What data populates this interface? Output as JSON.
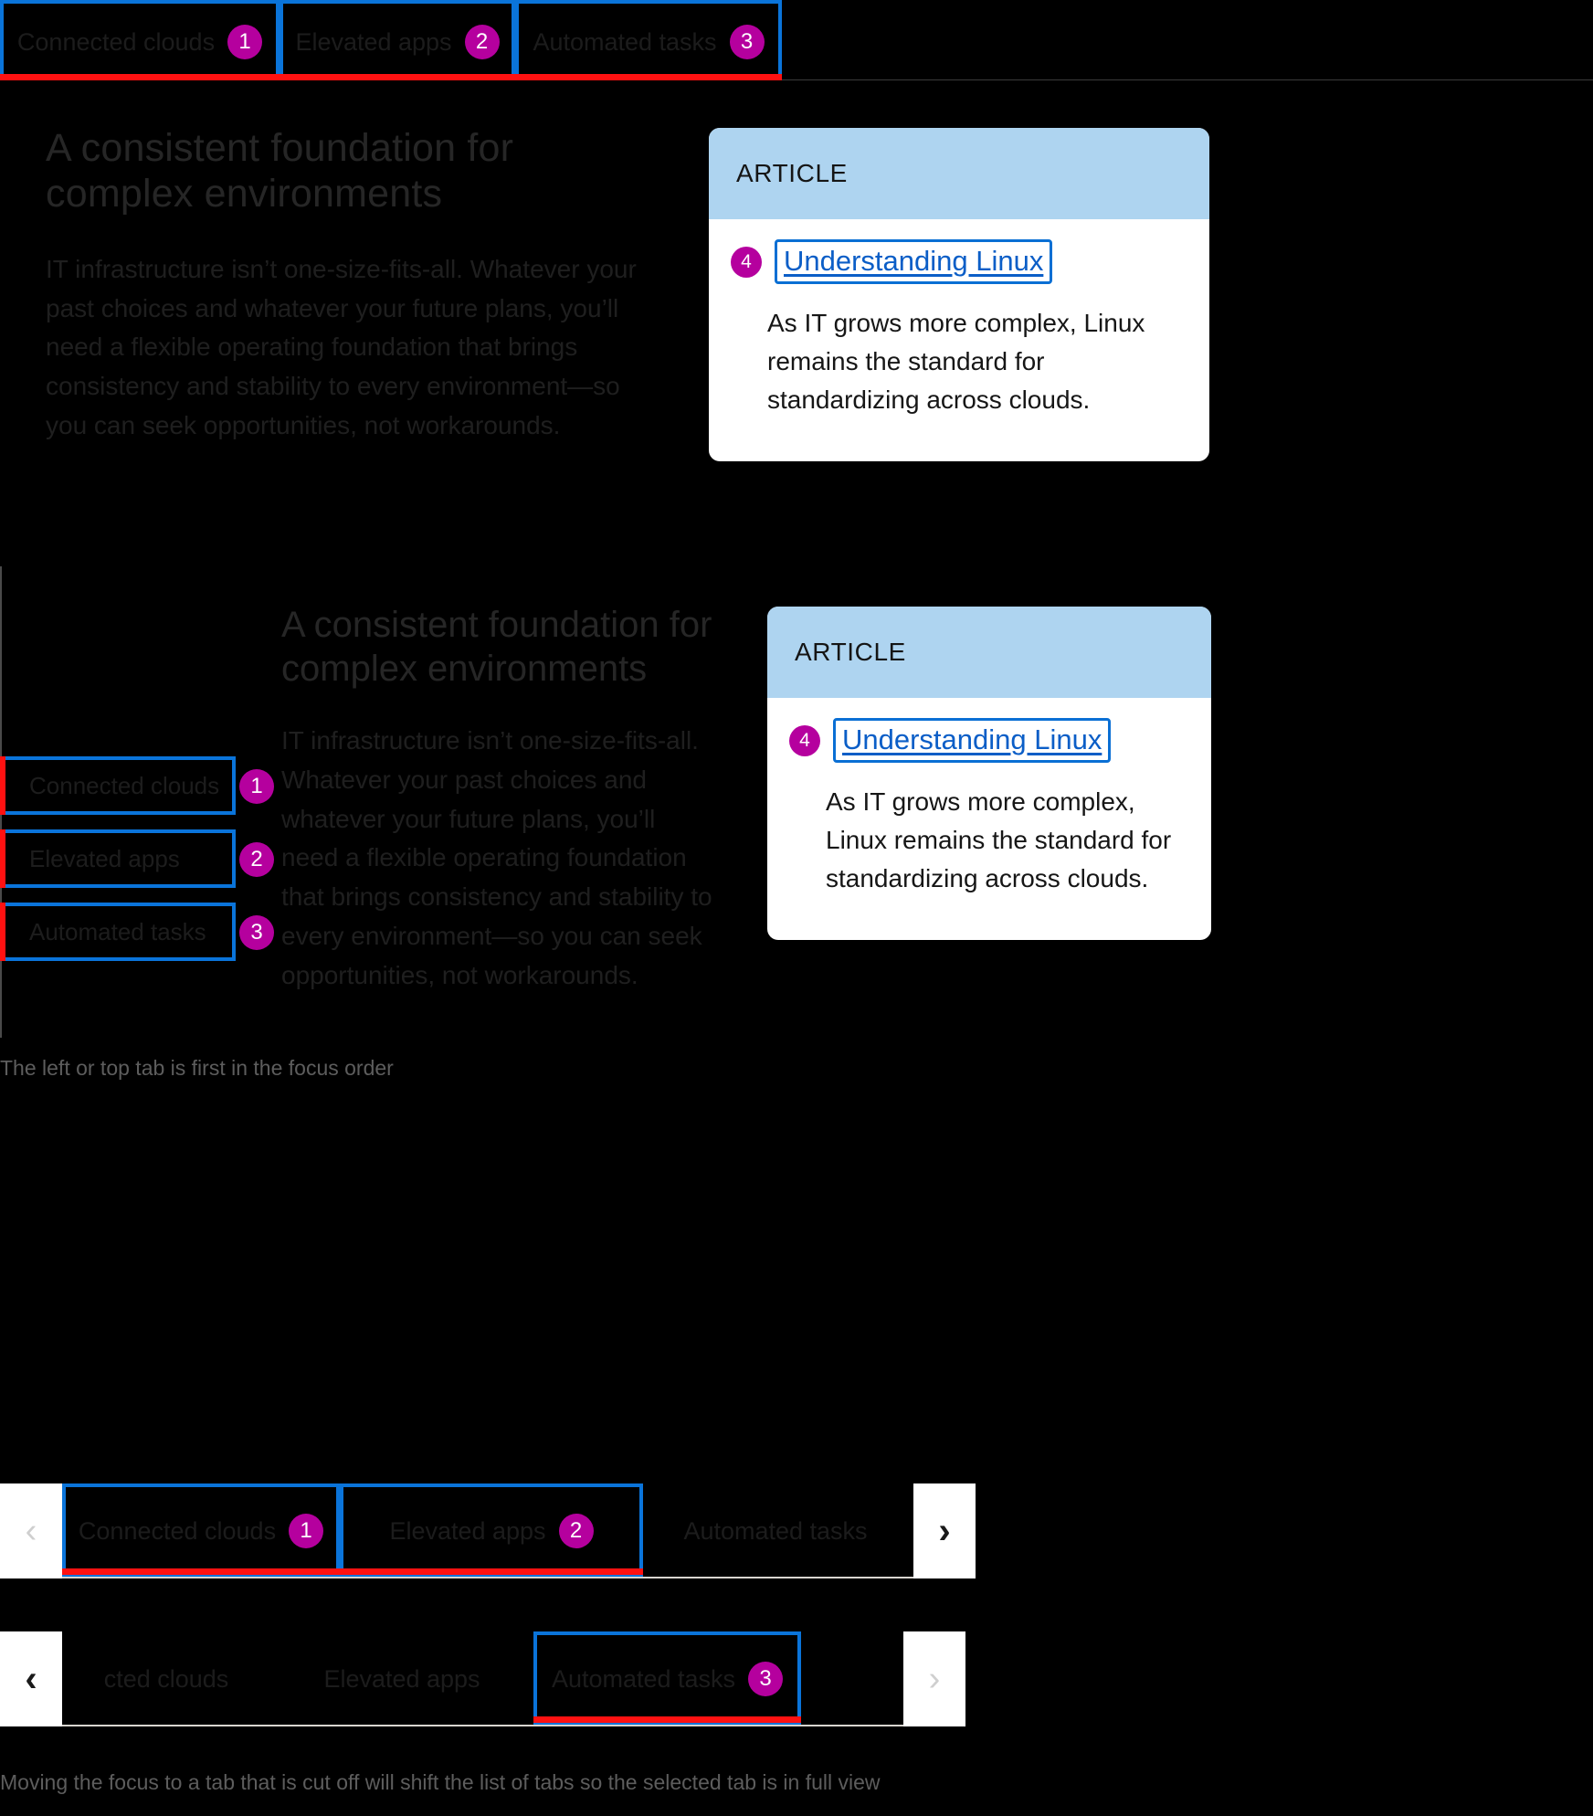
{
  "tabs": [
    {
      "label": "Connected clouds",
      "badge": "1"
    },
    {
      "label": "Elevated apps",
      "badge": "2"
    },
    {
      "label": "Automated tasks",
      "badge": "3"
    }
  ],
  "panel": {
    "heading": "A consistent foundation for complex environments",
    "body": "IT infrastructure isn’t one-size-fits-all. Whatever your past choices and whatever your future plans, you’ll need a flexible operating foundation that brings consistency and stability to every environment—so you can seek opportunities, not workarounds."
  },
  "article_card": {
    "eyebrow": "ARTICLE",
    "link_label": "Understanding Linux",
    "link_badge": "4",
    "description": "As IT grows more complex, Linux remains the standard for standardizing across clouds."
  },
  "captions": {
    "focus_order": "The left or top tab is first in the focus order",
    "scroll_behavior": "Moving the focus to a tab that is cut off will shift the list of tabs so the selected tab is in full view"
  },
  "carousel_top": {
    "prev_glyph": "‹",
    "next_glyph": "›",
    "prev_state": "disabled",
    "next_state": "enabled",
    "tabs": [
      {
        "label": "Connected clouds",
        "badge": "1",
        "focused": true
      },
      {
        "label": "Elevated apps",
        "badge": "2",
        "focused": true
      },
      {
        "label": "Automated tasks",
        "badge": "",
        "focused": false
      }
    ]
  },
  "carousel_bottom": {
    "prev_glyph": "‹",
    "next_glyph": "›",
    "prev_state": "enabled",
    "next_state": "disabled",
    "tabs": [
      {
        "label": "cted clouds",
        "badge": "",
        "focused": false
      },
      {
        "label": "Elevated apps",
        "badge": "",
        "focused": false
      },
      {
        "label": "Automated tasks",
        "badge": "3",
        "focused": true
      }
    ]
  },
  "colors": {
    "focus_ring": "#0a74da",
    "selected_indicator": "#ff1111",
    "annotation_badge": "#b5009e",
    "card_eyebrow_bg": "#aed4f0",
    "link": "#0b5ec7",
    "background": "#000000"
  }
}
